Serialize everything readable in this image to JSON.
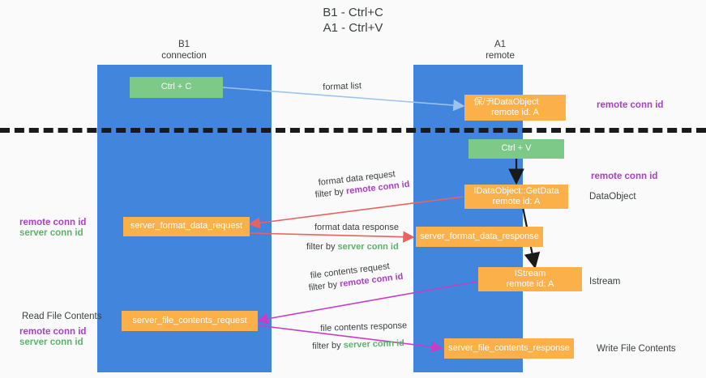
{
  "diagram": {
    "title_line1": "B1 - Ctrl+C",
    "title_line2": "A1 - Ctrl+V",
    "columns": [
      {
        "name": "B1",
        "role": "connection"
      },
      {
        "name": "A1",
        "role": "remote"
      }
    ],
    "colors": {
      "lane": "#4285dd",
      "node_green": "#7dc988",
      "node_orange": "#fbb04a",
      "remote_conn_id": "#a93fc4",
      "server_conn_id": "#59b36a",
      "arrow_format_list": "#9cc3ea",
      "arrow_format_data": "#e8635f",
      "arrow_file_contents": "#c43fc4",
      "arrow_black": "#1a1a1a",
      "divider": "#1a1a1a"
    },
    "nodes": {
      "ctrl_c": {
        "label": "Ctrl + C"
      },
      "ctrl_v": {
        "label": "Ctrl + V"
      },
      "idataobject": {
        "line1": "IDataObject",
        "line2": "remote id: A",
        "overlap_artifact": "保/チ"
      },
      "getdata": {
        "line1": "IDataObject::GetData",
        "line2": "remote id: A"
      },
      "istream": {
        "line1": "IStream",
        "line2": "remote id: A"
      },
      "server_format_data_request": {
        "label": "server_format_data_request"
      },
      "server_format_data_response": {
        "label": "server_format_data_response"
      },
      "server_file_contents_request": {
        "label": "server_file_contents_request"
      },
      "server_file_contents_response": {
        "label": "server_file_contents_response"
      }
    },
    "edge_labels": {
      "format_list": "format list",
      "format_data_request": "format data request",
      "format_data_request_filter_prefix": "filter by ",
      "format_data_request_filter_key": "remote conn id",
      "format_data_response": "format data response",
      "format_data_response_filter_prefix": "filter by ",
      "format_data_response_filter_key": "server conn id",
      "file_contents_request": "file contents request",
      "file_contents_request_filter_prefix": "filter by ",
      "file_contents_request_filter_key": "remote conn id",
      "file_contents_response": "file contents response",
      "file_contents_response_filter_prefix": "filter by ",
      "file_contents_response_filter_key": "server conn id"
    },
    "side_labels": {
      "right_top_remote_conn_id": "remote conn id",
      "right_mid_remote_conn_id": "remote conn id",
      "right_dataobject": "DataObject",
      "right_istream": "Istream",
      "right_write_file_contents": "Write File Contents",
      "left_remote_conn_id_1": "remote conn id",
      "left_server_conn_id_1": "server conn id",
      "left_read_file_contents": "Read File Contents",
      "left_remote_conn_id_2": "remote conn id",
      "left_server_conn_id_2": "server conn id"
    }
  }
}
